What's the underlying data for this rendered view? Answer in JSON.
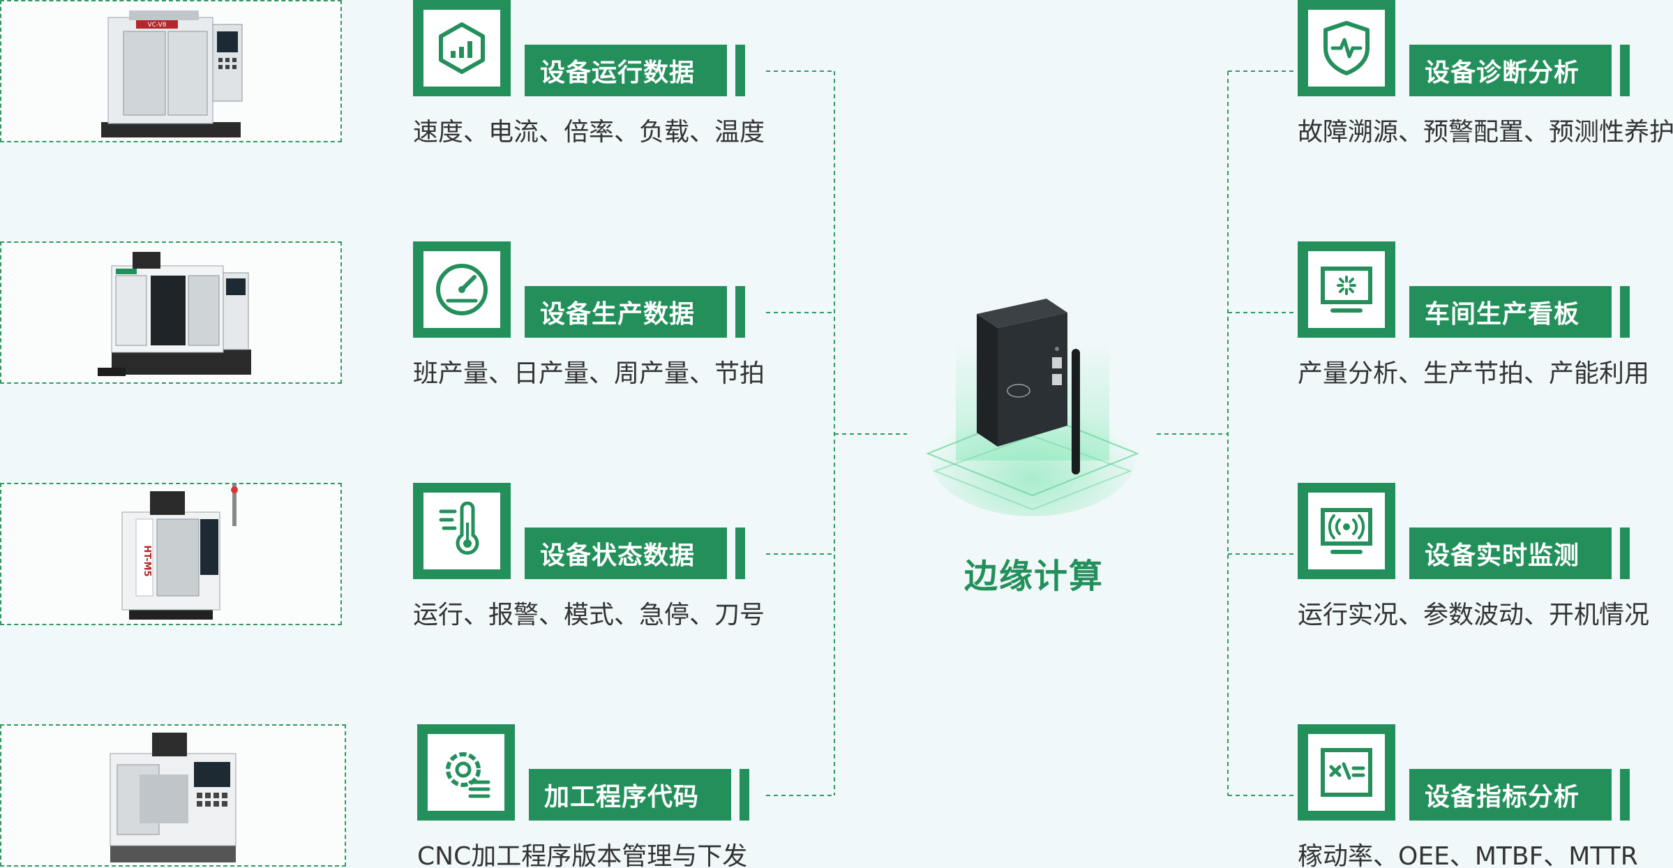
{
  "colors": {
    "accent": "#23905b",
    "line": "#2f9a5f",
    "background": "#f1f8f9",
    "text": "#333333"
  },
  "center": {
    "label": "边缘计算",
    "device_icon": "edge-gateway-icon"
  },
  "machines": [
    {
      "model_label": "VC-V8",
      "icon": "cnc-machine-icon"
    },
    {
      "model_label": "",
      "icon": "cnc-machine-icon"
    },
    {
      "model_label": "HT-M5",
      "icon": "cnc-machine-icon"
    },
    {
      "model_label": "",
      "icon": "cnc-machine-icon"
    }
  ],
  "left_features": [
    {
      "title": "设备运行数据",
      "desc": "速度、电流、倍率、负载、温度",
      "icon": "chart-hexagon-icon"
    },
    {
      "title": "设备生产数据",
      "desc": "班产量、日产量、周产量、节拍",
      "icon": "gauge-icon"
    },
    {
      "title": "设备状态数据",
      "desc": "运行、报警、模式、急停、刀号",
      "icon": "thermometer-icon"
    },
    {
      "title": "加工程序代码",
      "desc": "CNC加工程序版本管理与下发",
      "icon": "gear-code-icon"
    }
  ],
  "right_features": [
    {
      "title": "设备诊断分析",
      "desc": "故障溯源、预警配置、预测性养护",
      "icon": "shield-pulse-icon"
    },
    {
      "title": "车间生产看板",
      "desc": "产量分析、生产节拍、产能利用",
      "icon": "monitor-board-icon"
    },
    {
      "title": "设备实时监测",
      "desc": "运行实况、参数波动、开机情况",
      "icon": "signal-monitor-icon"
    },
    {
      "title": "设备指标分析",
      "desc": "稼动率、OEE、MTBF、MTTR",
      "icon": "calculator-icon"
    }
  ]
}
